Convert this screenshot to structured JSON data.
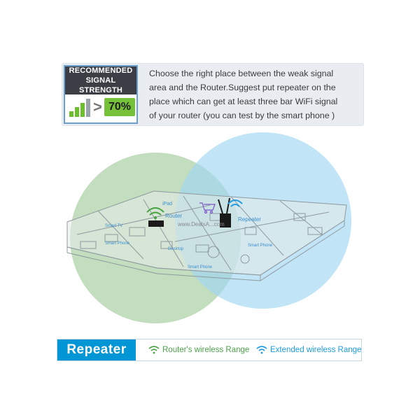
{
  "badge": {
    "line1": "RECOMMENDED",
    "line2": "SIGNAL STRENGTH",
    "greater": ">",
    "percent": "70%",
    "bar_color": "#6bbf2c"
  },
  "description": [
    "Choose the right place between the weak signal",
    "area and the Router.Suggest put repeater on the",
    "place which can get at least three bar WiFi signal",
    "of your router (you can test by the smart phone )"
  ],
  "scene": {
    "labels": {
      "router": "Router",
      "repeater": "Repeater",
      "smart_tv": "Smart TV",
      "smart_phone_left": "Smart Phone",
      "desktop": "Desktop",
      "smart_phone_right": "Smart Phone",
      "ipad": "iPad",
      "watermark": "www.DealsA...com"
    },
    "router_range_color": "#a9cfa4",
    "extended_range_color": "#9fd6f2"
  },
  "legend": {
    "title": "Repeater",
    "router_range": "Router's wireless Range",
    "extended_range": "Extended wireless Range",
    "router_color": "#4da24a",
    "extended_color": "#1e9be0"
  }
}
